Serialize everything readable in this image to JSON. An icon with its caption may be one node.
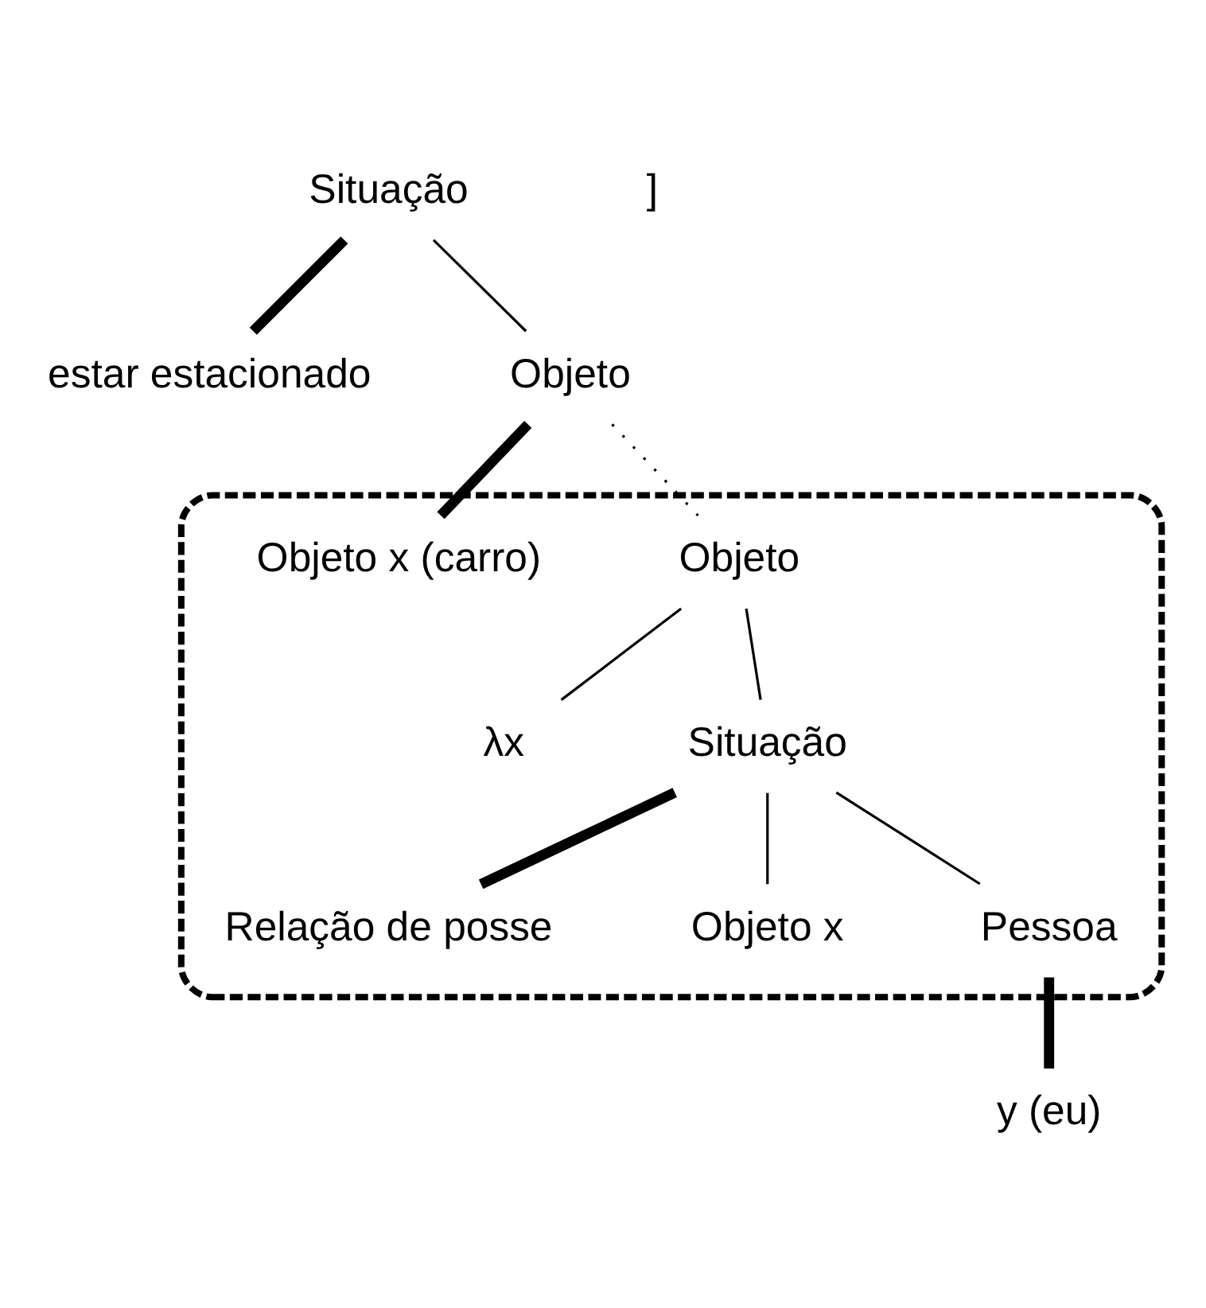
{
  "diagram": {
    "nodes": [
      {
        "text": [
          "Situação"
        ]
      },
      {
        "text": [
          "estar estacionado"
        ]
      },
      {
        "text": [
          "Objeto"
        ]
      },
      {
        "text": [],
        "shape": "oval"
      },
      {
        "text": [
          "Objeto x (carro)"
        ],
        "in": 3
      },
      {
        "text": [
          "Objeto"
        ],
        "in": 3
      },
      {
        "text": [
          "λx"
        ],
        "in": 3
      },
      {
        "text": [
          "Situação"
        ],
        "in": 3
      },
      {
        "text": [
          "Relação de posse"
        ],
        "in": 3
      },
      {
        "text": [
          "Objeto x"
        ],
        "in": 3
      },
      {
        "text": [
          "Pessoa"
        ],
        "in": 3
      },
      {
        "text": [
          "y (eu)"
        ]
      }
    ],
    "edges": [
      {
        "from": 0,
        "to": 1,
        "arrow": "none",
        "style": "thick"
      },
      {
        "from": 0,
        "to": 2,
        "arrow": "none"
      },
      {
        "from": 2,
        "to": 4,
        "arrow": "none",
        "style": "thick"
      },
      {
        "from": 2,
        "to": 5,
        "arrow": "none",
        "style": "dashed"
      },
      {
        "from": 5,
        "to": 6,
        "arrow": "none"
      },
      {
        "from": 5,
        "to": 7,
        "arrow": "none"
      },
      {
        "from": 7,
        "to": 8,
        "arrow": "none",
        "style": "thick"
      },
      {
        "from": 7,
        "to": 9,
        "arrow": "none"
      },
      {
        "from": 7,
        "to": 10,
        "arrow": "none"
      },
      {
        "from": 10,
        "to": 11,
        "arrow": "none",
        "style": "thick"
      }
    ],
    "labels": [
      "]"
    ]
  }
}
